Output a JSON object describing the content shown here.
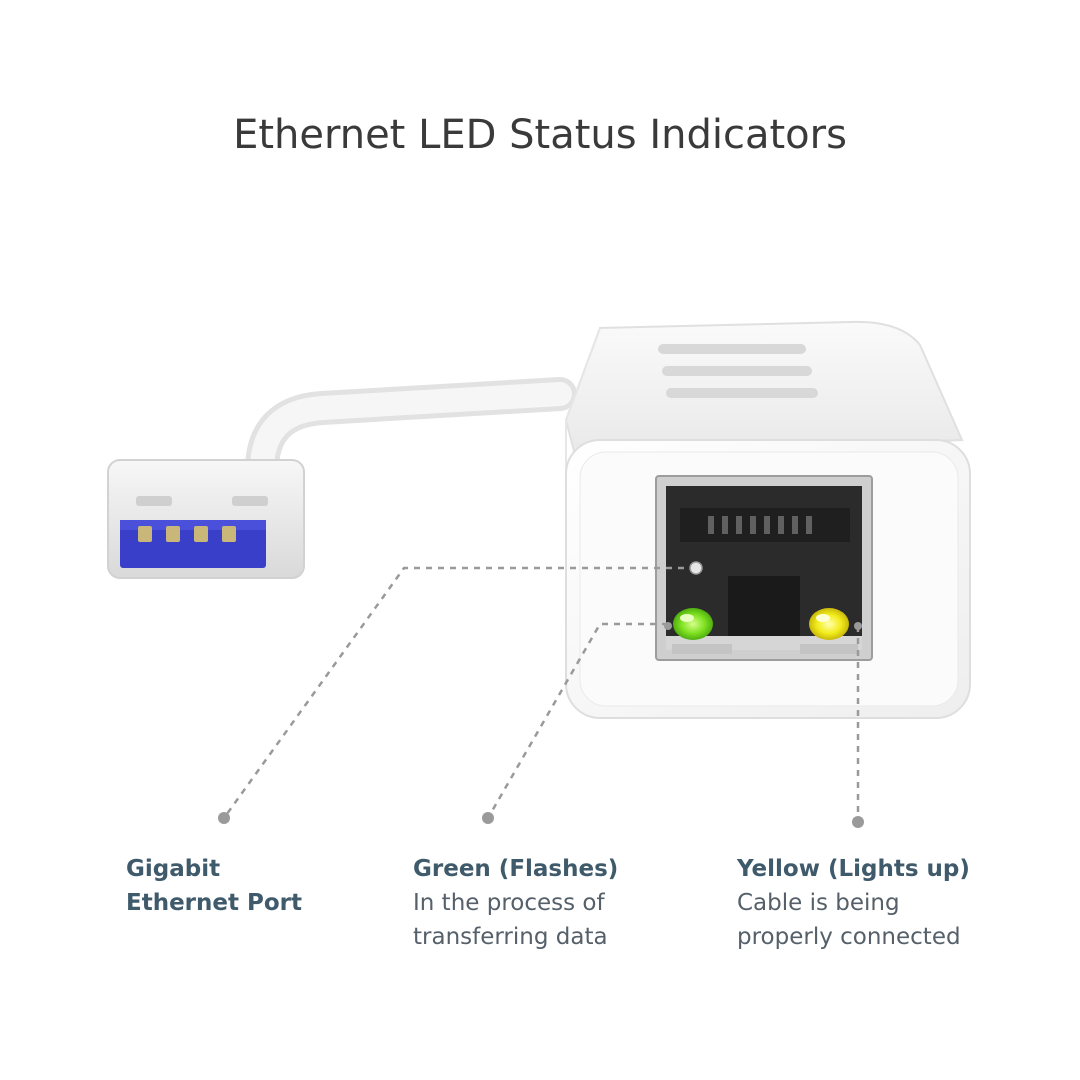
{
  "title": "Ethernet LED Status Indicators",
  "callouts": {
    "port": {
      "heading_line1": "Gigabit",
      "heading_line2": "Ethernet Port"
    },
    "green": {
      "heading": "Green (Flashes)",
      "desc_line1": "In the process of",
      "desc_line2": "transferring data"
    },
    "yellow": {
      "heading": "Yellow (Lights up)",
      "desc_line1": "Cable is being",
      "desc_line2": "properly connected"
    }
  },
  "colors": {
    "green_led": "#7ee020",
    "yellow_led": "#f2ec1a",
    "usb_blue": "#3a3fc9",
    "heading": "#3f5a6b",
    "leader_line": "#9a9a9a"
  }
}
